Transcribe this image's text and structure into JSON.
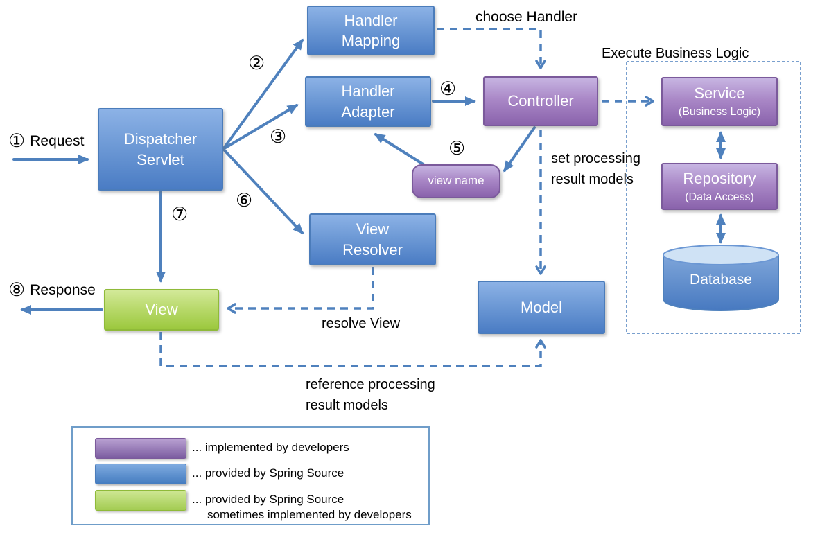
{
  "nodes": {
    "dispatcher_servlet": "Dispatcher\nServlet",
    "handler_mapping": "Handler\nMapping",
    "handler_adapter": "Handler\nAdapter",
    "controller": "Controller",
    "view_name": "view name",
    "view_resolver": "View\nResolver",
    "view": "View",
    "model": "Model",
    "service": "Service",
    "service_subtitle": "(Business Logic)",
    "repository": "Repository",
    "repository_subtitle": "(Data Access)",
    "database": "Database"
  },
  "annotations": {
    "request_label": "Request",
    "response_label": "Response",
    "choose_handler": "choose Handler",
    "execute_business_logic": "Execute Business Logic",
    "set_processing_result_models": "set processing\nresult models",
    "resolve_view": "resolve View",
    "reference_processing_result_models": "reference processing\nresult models"
  },
  "steps": {
    "step1": "①",
    "step2": "②",
    "step3": "③",
    "step4": "④",
    "step5": "⑤",
    "step6": "⑥",
    "step7": "⑦",
    "step8": "⑧"
  },
  "legend": {
    "items": [
      {
        "swatch_color": "#8a63ac",
        "label": "... implemented by developers"
      },
      {
        "swatch_color": "#4f81bd",
        "label": "... provided by Spring Source"
      },
      {
        "swatch_color": "#9cc83e",
        "label": "... provided by Spring Source",
        "label_line2": "sometimes implemented by developers"
      }
    ]
  },
  "colors": {
    "arrow_blue": "#4f81bd",
    "box_blue_top": "#8cb2e6",
    "box_blue_bottom": "#4a7cc4",
    "box_purple_top": "#c7b5e2",
    "box_purple_bottom": "#8a63ac",
    "box_green_top": "#d3e999",
    "box_green_bottom": "#9cc83e",
    "database_top_ellipse": "#cfe2f5"
  }
}
